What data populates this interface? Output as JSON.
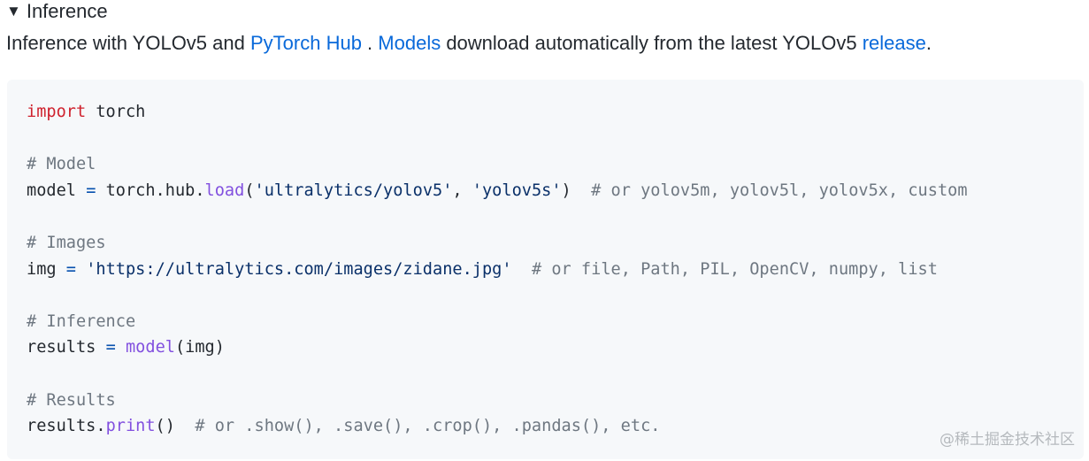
{
  "details": {
    "toggle_icon": "triangle-down",
    "summary_label": "Inference"
  },
  "intro": {
    "text_1": "Inference with YOLOv5 and ",
    "link_pytorch_hub": "PyTorch Hub",
    "text_2": " . ",
    "link_models": "Models",
    "text_3": " download automatically from the latest YOLOv5 ",
    "link_release": "release",
    "text_4": "."
  },
  "code": {
    "l1_kw": "import",
    "l1_rest": " torch",
    "l3": "# Model",
    "l4_a": "model",
    "l4_eq": "=",
    "l4_b": " torch.hub.",
    "l4_fn": "load",
    "l4_c": "(",
    "l4_s1": "'ultralytics/yolov5'",
    "l4_d": ", ",
    "l4_s2": "'yolov5s'",
    "l4_e": ")  ",
    "l4_cm": "# or yolov5m, yolov5l, yolov5x, custom",
    "l6": "# Images",
    "l7_a": "img",
    "l7_eq": "=",
    "l7_s": "'https://ultralytics.com/images/zidane.jpg'",
    "l7_cm": "# or file, Path, PIL, OpenCV, numpy, list",
    "l9": "# Inference",
    "l10_a": "results",
    "l10_eq": "=",
    "l10_fn": "model",
    "l10_b": "(img)",
    "l12": "# Results",
    "l13_a": "results.",
    "l13_fn": "print",
    "l13_b": "()  ",
    "l13_cm": "# or .show(), .save(), .crop(), .pandas(), etc."
  },
  "watermark": "@稀土掘金技术社区",
  "colors": {
    "link": "#0969da",
    "keyword": "#cf222e",
    "operator": "#0550ae",
    "function": "#8250df",
    "string": "#0a3069",
    "comment": "#6e7781",
    "code_bg": "#f6f8fa"
  }
}
